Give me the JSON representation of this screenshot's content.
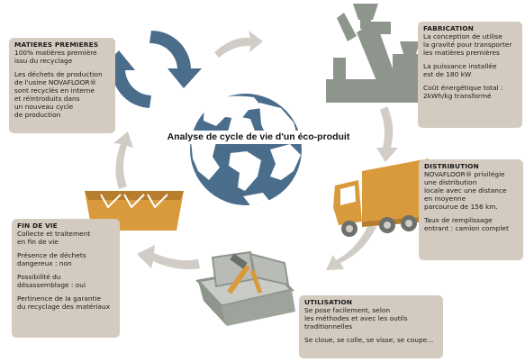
{
  "center_title": "Analyse de cycle de vie d'un éco-produit",
  "colors": {
    "box_bg": "#d3cbbf",
    "arrow": "#d1ccc6",
    "blue": "#4a6d8c",
    "grey": "#8e958c",
    "orange": "#d99a3c"
  },
  "icons": [
    "recycle-arrows-icon",
    "factory-silo-icon",
    "globe-icon",
    "truck-icon",
    "toolbox-icon",
    "skip-container-icon"
  ],
  "stages": {
    "matieres": {
      "title": "MATIERES PREMIERES",
      "p1": "100% matières première\nissu du recyclage",
      "p2": "Les déchets de production\nde l'usine NOVAFLOOR®\nsont recyclés en interne\net réintroduits dans\nun nouveau cycle\nde production"
    },
    "fabrication": {
      "title": "FABRICATION",
      "p1": "La conception de utilise\nla gravité pour transporter\nles matières premières",
      "p2": "La puissance installée\nest de 180 kW",
      "p3": "Coût énergétique total :\n2kWh/kg transformé"
    },
    "distribution": {
      "title": "DISTRIBUTION",
      "p1": "NOVAFLOOR® privilégie\nune distribution\nlocale avec une distance\nen moyenne\nparcourue de 156 km.",
      "p2": "Taux de remplissage\nentrant : camion complet"
    },
    "utilisation": {
      "title": "UTILISATION",
      "p1": "Se pose facilement, selon\nles méthodes et avec les outils\ntraditionnelles",
      "p2": "Se cloue, se colle, se visse, se coupe..."
    },
    "finvie": {
      "title": "FIN DE VIE",
      "p1": "Collecte et traitement\nen fin de vie",
      "p2": "Présence de déchets\ndangereux : non",
      "p3": "Possibilité du\ndésassemblage : oui",
      "p4": "Pertinence de la garantie\ndu recyclage des matériaux"
    }
  }
}
